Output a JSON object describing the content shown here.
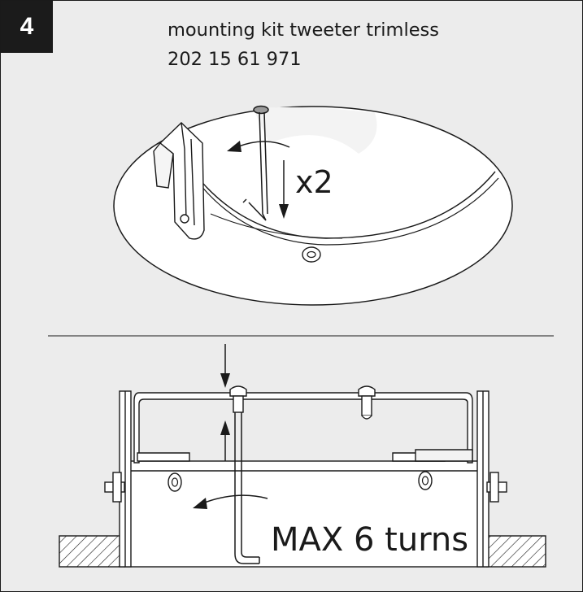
{
  "step": {
    "number": "4"
  },
  "title": {
    "line1": "mounting kit tweeter trimless",
    "line2": "202 15 61 971"
  },
  "detail": {
    "multiplier": "x2"
  },
  "assembly": {
    "max_turns": "MAX 6 turns"
  },
  "colors": {
    "panel": "#ececec",
    "ink": "#1a1a1a",
    "badge": "#1b1b1b",
    "white": "#ffffff"
  }
}
